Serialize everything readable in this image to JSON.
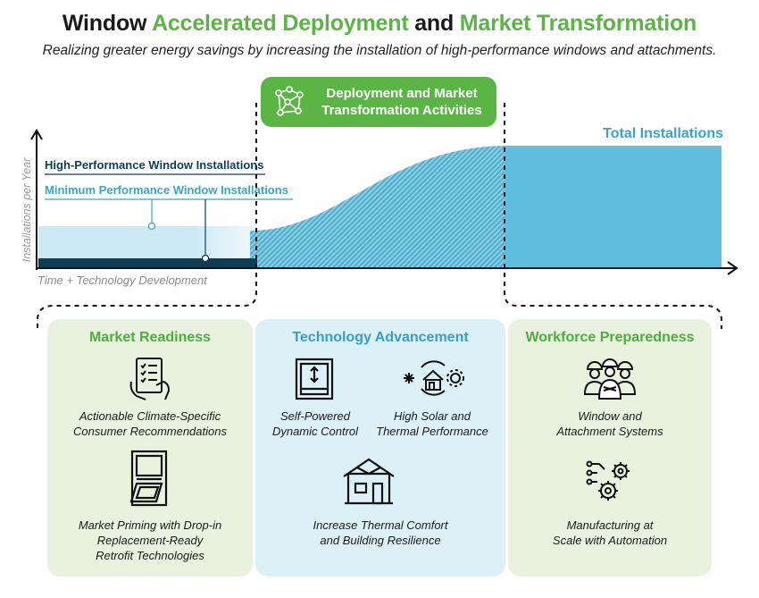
{
  "header": {
    "title_part1": "Window ",
    "title_part2": "Accelerated Deployment",
    "title_part3": " and ",
    "title_part4": "Market Transformation",
    "subtitle": "Realizing greater energy savings by increasing the installation of high-performance windows and attachments."
  },
  "badge": {
    "line1": "Deployment and Market",
    "line2": "Transformation Activities",
    "icon": "network-icon"
  },
  "chart": {
    "total_label": "Total Installations",
    "y_axis_label": "Installations per Year",
    "x_axis_label": "Time + Technology Development",
    "high_perf_label": "High-Performance Window Installations",
    "min_perf_label": "Minimum Performance Window Installations",
    "colors": {
      "dark": "#0f3d55",
      "light": "#cdeaf4",
      "total": "#5fbfdc",
      "green": "#5bb544"
    }
  },
  "panels": {
    "market": {
      "title": "Market Readiness",
      "items": [
        {
          "icon": "checklist-tablet-icon",
          "line1": "Actionable Climate-Specific",
          "line2": "Consumer Recommendations"
        },
        {
          "icon": "window-awning-icon",
          "line1": "Market Priming with Drop-in",
          "line2": "Replacement-Ready",
          "line3": "Retrofit Technologies"
        }
      ]
    },
    "tech": {
      "title": "Technology Advancement",
      "items": [
        {
          "icon": "dynamic-window-icon",
          "line1": "Self-Powered",
          "line2": "Dynamic Control"
        },
        {
          "icon": "solar-thermal-house-icon",
          "line1": "High Solar and",
          "line2": "Thermal Performance"
        },
        {
          "icon": "house-frame-icon",
          "line1": "Increase Thermal Comfort",
          "line2": "and Building Resilience"
        }
      ]
    },
    "work": {
      "title": "Workforce Preparedness",
      "items": [
        {
          "icon": "workers-icon",
          "line1": "Window and",
          "line2": "Attachment Systems"
        },
        {
          "icon": "gears-circuit-icon",
          "line1": "Manufacturing at",
          "line2": "Scale with Automation"
        }
      ]
    }
  }
}
